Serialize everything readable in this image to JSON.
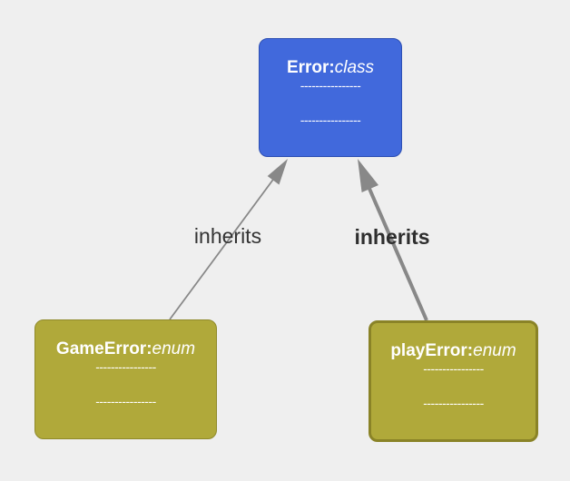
{
  "diagram": {
    "nodes": [
      {
        "id": "error",
        "name": "Error:",
        "kind": "class",
        "separator": "----------------",
        "color": "#4169dc"
      },
      {
        "id": "gameerror",
        "name": "GameError:",
        "kind": "enum",
        "separator": "----------------",
        "color": "#b0a93a"
      },
      {
        "id": "playerror",
        "name": "playError:",
        "kind": "enum",
        "separator": "----------------",
        "color": "#b0a93a"
      }
    ],
    "edges": [
      {
        "from": "gameerror",
        "to": "error",
        "label": "inherits",
        "emphasis": false
      },
      {
        "from": "playerror",
        "to": "error",
        "label": "inherits",
        "emphasis": true
      }
    ],
    "edge_color": "#888888",
    "background": "#efefef"
  }
}
